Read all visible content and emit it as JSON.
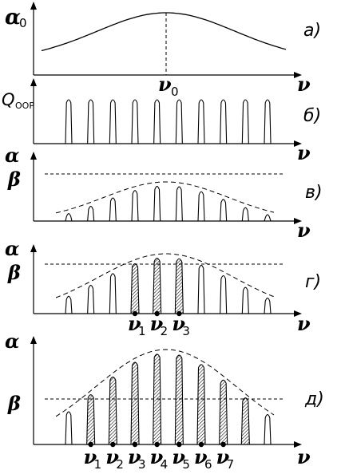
{
  "panels": [
    {
      "id": "a",
      "label": "а)",
      "y_symbol": "α",
      "y_sub": "0",
      "x_symbol": "ν",
      "center_symbol": "ν",
      "center_sub": "0"
    },
    {
      "id": "b",
      "label": "б)",
      "y_symbol": "Q",
      "y_sub": "OOP",
      "x_symbol": "ν",
      "peak_count": 10
    },
    {
      "id": "c",
      "label": "в)",
      "y_symbols": [
        "α",
        "β"
      ],
      "x_symbol": "ν",
      "peak_count": 10
    },
    {
      "id": "d",
      "label": "г)",
      "y_symbols": [
        "α",
        "β"
      ],
      "x_symbol": "ν",
      "peak_count": 10,
      "marked": [
        {
          "symbol": "ν",
          "sub": "1"
        },
        {
          "symbol": "ν",
          "sub": "2"
        },
        {
          "symbol": "ν",
          "sub": "3"
        }
      ]
    },
    {
      "id": "e",
      "label": "д)",
      "y_symbols": [
        "α",
        "β"
      ],
      "x_symbol": "ν",
      "peak_count": 10,
      "marked": [
        {
          "symbol": "ν",
          "sub": "1"
        },
        {
          "symbol": "ν",
          "sub": "2"
        },
        {
          "symbol": "ν",
          "sub": "3"
        },
        {
          "symbol": "ν",
          "sub": "4"
        },
        {
          "symbol": "ν",
          "sub": "5"
        },
        {
          "symbol": "ν",
          "sub": "6"
        },
        {
          "symbol": "ν",
          "sub": "7"
        }
      ]
    }
  ]
}
